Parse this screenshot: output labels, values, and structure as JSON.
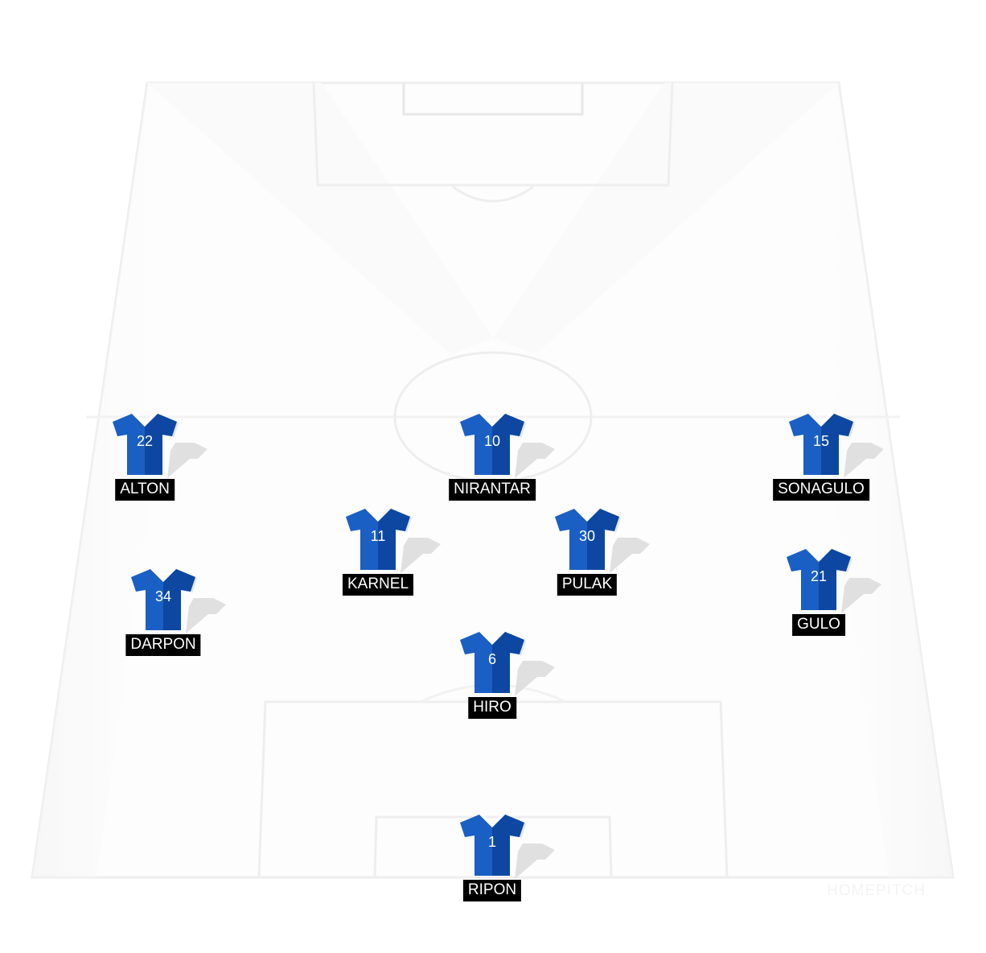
{
  "colors": {
    "jersey_primary": "#1a5fc4",
    "jersey_dark": "#0d47a1",
    "collar": "#ffffff",
    "label_bg": "#000000",
    "label_text": "#ffffff",
    "pitch_lines": "#eeeeee"
  },
  "watermark": "HOMEPITCH",
  "players": [
    {
      "id": "alton",
      "name": "ALTON",
      "number": "22"
    },
    {
      "id": "nirantar",
      "name": "NIRANTAR",
      "number": "10"
    },
    {
      "id": "sonagulo",
      "name": "SONAGULO",
      "number": "15"
    },
    {
      "id": "karnel",
      "name": "KARNEL",
      "number": "11"
    },
    {
      "id": "pulak",
      "name": "PULAK",
      "number": "30"
    },
    {
      "id": "darpon",
      "name": "DARPON",
      "number": "34"
    },
    {
      "id": "gulo",
      "name": "GULO",
      "number": "21"
    },
    {
      "id": "hiro",
      "name": "HIRO",
      "number": "6"
    },
    {
      "id": "ripon",
      "name": "RIPON",
      "number": "1"
    }
  ]
}
